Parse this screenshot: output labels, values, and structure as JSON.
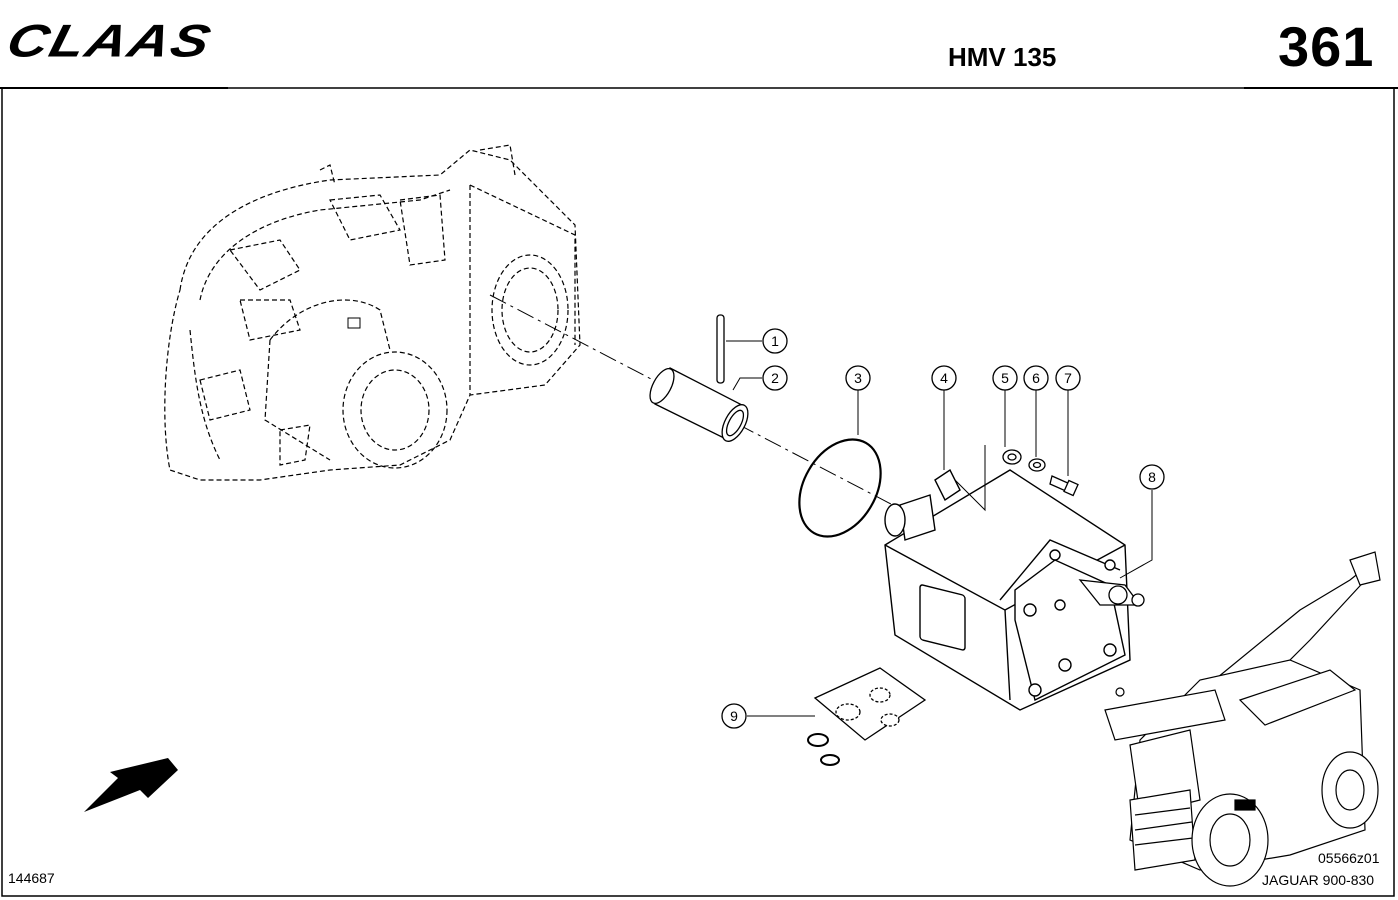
{
  "header": {
    "brand": "CLAAS",
    "title": "HMV 135",
    "page_number": "361"
  },
  "footer": {
    "drawing_id": "144687",
    "image_code": "05566z01",
    "model": "JAGUAR 900-830"
  },
  "callouts": [
    {
      "number": "1"
    },
    {
      "number": "2"
    },
    {
      "number": "3"
    },
    {
      "number": "4"
    },
    {
      "number": "5"
    },
    {
      "number": "6"
    },
    {
      "number": "7"
    },
    {
      "number": "8"
    },
    {
      "number": "9"
    }
  ]
}
